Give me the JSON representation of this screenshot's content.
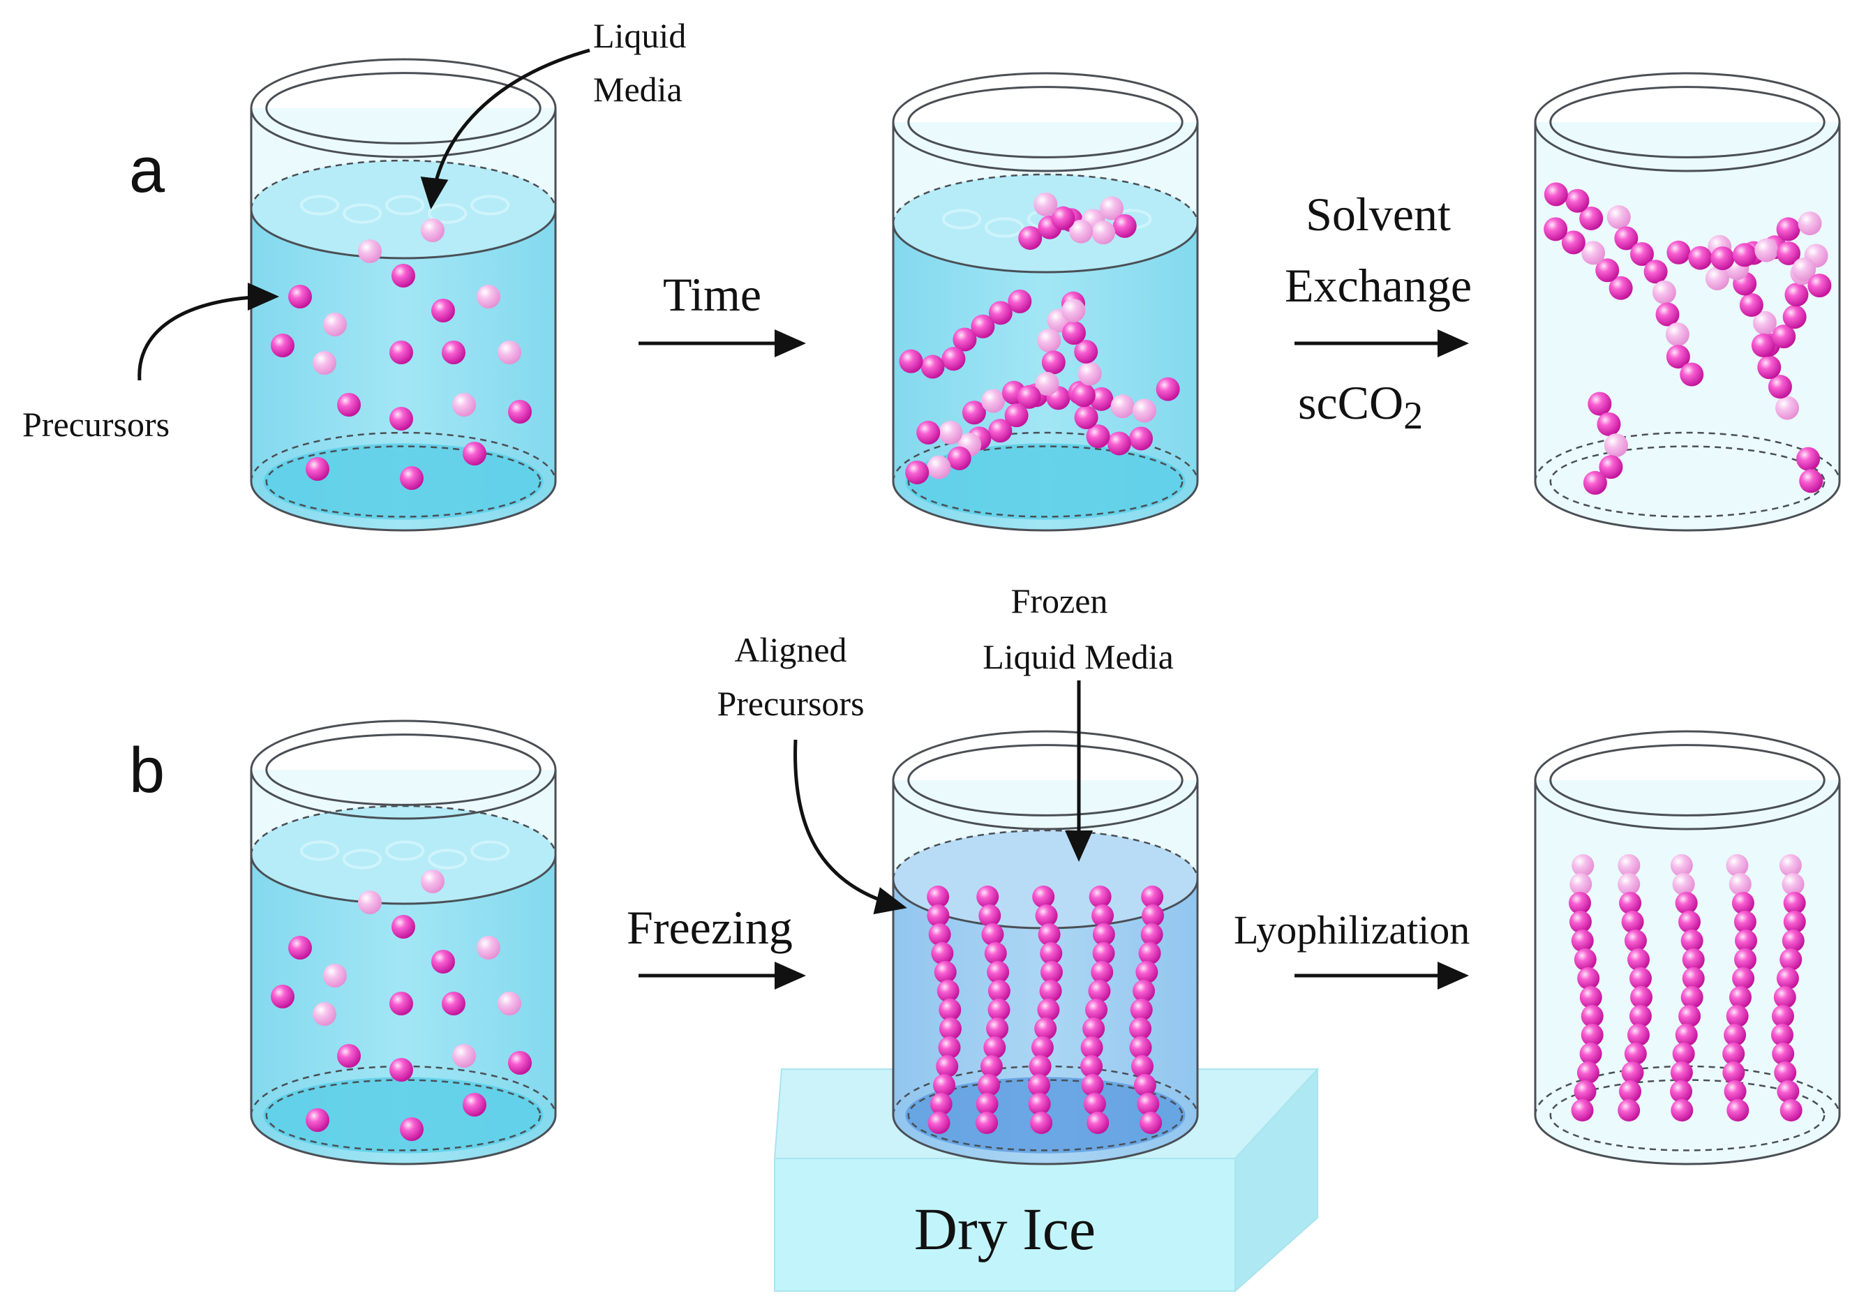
{
  "panels": {
    "a": {
      "letter": "a"
    },
    "b": {
      "letter": "b"
    }
  },
  "labels": {
    "liquid_media_line1": "Liquid",
    "liquid_media_line2": "Media",
    "precursors": "Precursors",
    "time": "Time",
    "solvent_exchange_line1": "Solvent",
    "solvent_exchange_line2": "Exchange",
    "scco2_main": "scCO",
    "scco2_sub": "2",
    "aligned_precursors_line1": "Aligned",
    "aligned_precursors_line2": "Precursors",
    "frozen_liquid_media_line1": "Frozen",
    "frozen_liquid_media_line2": "Liquid Media",
    "freezing": "Freezing",
    "lyophilization": "Lyophilization",
    "dry_ice": "Dry Ice"
  },
  "colors": {
    "liquid": "#8fe0f2",
    "liquid_surface": "#b5ecf8",
    "container_glass": "#e8f9fd",
    "frozen_liquid": "#9ccdf0",
    "dry_ice_top": "#cbf3f9",
    "dry_ice_front": "#c2f5fb",
    "particle": "#f23fc6",
    "particle_faded": "#f4a6e6",
    "arrow": "#111111"
  }
}
